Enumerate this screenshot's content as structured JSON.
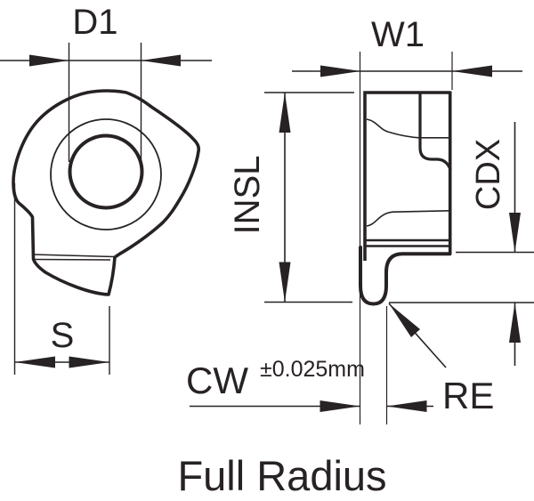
{
  "title": "Full Radius",
  "diagram_type": "technical drawing of a full-radius grooving insert, front and side views",
  "colors": {
    "ink": "#272223",
    "background": "#ffffff"
  },
  "front_view": {
    "label_d1": "D1",
    "label_s": "S"
  },
  "side_view": {
    "label_w1": "W1",
    "label_insl": "INSL",
    "label_cdx": "CDX",
    "label_cw": "CW",
    "cw_tolerance": "±0.025mm",
    "label_re": "RE"
  }
}
